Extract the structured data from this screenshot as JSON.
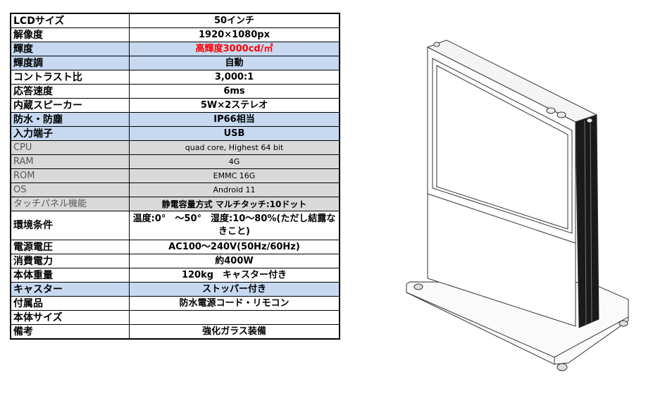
{
  "specs": [
    {
      "label": "LCDサイズ",
      "value": "50インチ"
    },
    {
      "label": "解像度",
      "value": "1920×1080px"
    },
    {
      "label": "輝度",
      "value": "高輝度3000cd/㎡"
    },
    {
      "label": "輝度調",
      "value": "自動"
    },
    {
      "label": "コントラスト比",
      "value": "3,000:1"
    },
    {
      "label": "応答速度",
      "value": "6ms"
    },
    {
      "label": "内蔵スピーカー",
      "value": "5W×2ステレオ"
    },
    {
      "label": "防水・防塵",
      "value": "IP66相当"
    },
    {
      "label": "入力端子",
      "value": "USB"
    },
    {
      "label": "CPU",
      "value": "quad core, Highest 64 bit"
    },
    {
      "label": "RAM",
      "value": "4G"
    },
    {
      "label": "ROM",
      "value": "EMMC 16G"
    },
    {
      "label": "OS",
      "value": "Android 11"
    },
    {
      "label": "タッチパネル機能",
      "value": "静電容量方式 マルチタッチ:10ドット"
    },
    {
      "label": "環境条件",
      "value": "温度:0°　～50°　湿度:10～80%(ただし結露なきこと)"
    },
    {
      "label": "電源電圧",
      "value": "AC100～240V(50Hz/60Hz)"
    },
    {
      "label": "消費電力",
      "value": "約400W"
    },
    {
      "label": "本体重量",
      "value": "120kg　キャスター付き"
    },
    {
      "label": "キャスター",
      "value": "ストッパー付き"
    },
    {
      "label": "付属品",
      "value": "防水電源コード・リモコン"
    },
    {
      "label": "本体サイズ",
      "value": ""
    },
    {
      "label": "備考",
      "value": "強化ガラス装備"
    }
  ],
  "colors": {
    "highlight_row": "#c6d9f1",
    "gray_row": "#d9d9d9",
    "red_text": "#ff0000"
  }
}
